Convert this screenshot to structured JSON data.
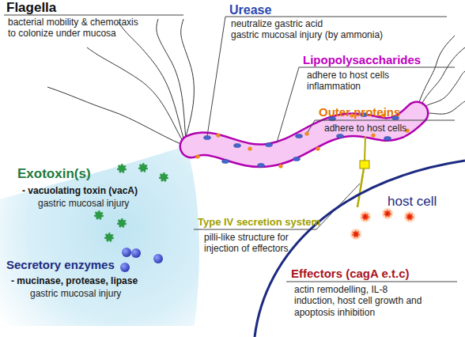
{
  "diagram": {
    "nodes": [
      {
        "text": [
          "host cell"
        ]
      }
    ],
    "labels": [
      "Flagella",
      "bacterial mobility & chemotaxis to colonize under mucosa",
      "Urease",
      "neutralize gastric acid",
      "gastric mucosal injury (by ammonia)",
      "Lipopolysaccharides",
      "adhere to host cells",
      "inflammation",
      "Outer proteins",
      "adhere to host cells",
      "Exotoxin(s)",
      "- vacuolating toxin (vacA)",
      "gastric mucosal injury",
      "Type IV secretion system",
      "pilli-like structure for injection of effectors",
      "Secretory enzymes",
      "- mucinase, protease, lipase",
      "gastric mucosal injury",
      "Effectors (cagA e.t.c)",
      "actin remodelling, IL-8 induction, host cell growth and apoptosis inhibition"
    ]
  }
}
